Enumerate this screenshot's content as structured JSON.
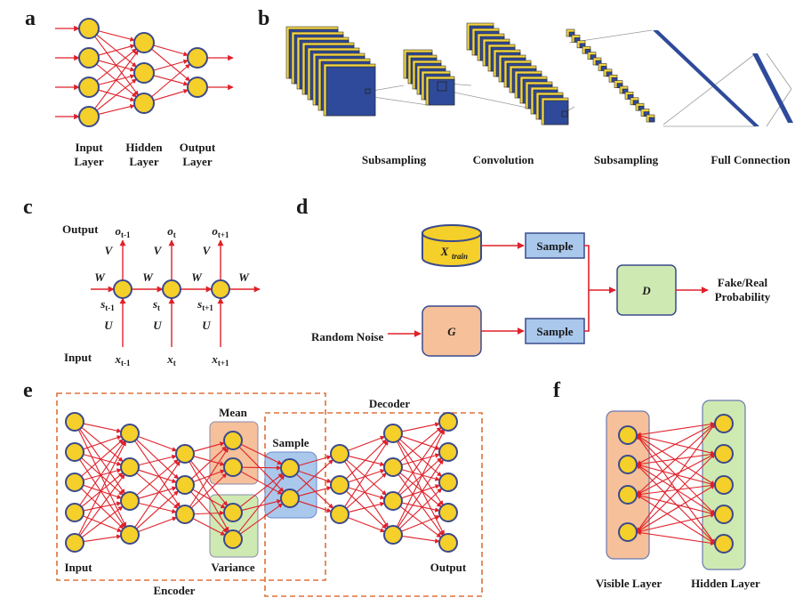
{
  "colors": {
    "arrow": "#e0202a",
    "node_fill": "#f5cf2a",
    "node_stroke": "#3a4a8c",
    "cnn_yellow": "#f2d545",
    "cnn_blue": "#2f4a9a",
    "box_blue": "#a9c8ec",
    "box_orange": "#f5c09a",
    "box_green": "#cfe9b2",
    "dashed_orange": "#e0703a"
  },
  "panels": {
    "a": {
      "letter": "a",
      "labels": [
        "Input",
        "Layer",
        "Hidden",
        "Layer",
        "Output",
        "Layer"
      ]
    },
    "b": {
      "letter": "b",
      "labels": [
        "Subsampling",
        "Convolution",
        "Subsampling",
        "Full Connection"
      ]
    },
    "c": {
      "letter": "c",
      "output_label": "Output",
      "input_label": "Input",
      "outputs": [
        {
          "main": "o",
          "sub": "t-1"
        },
        {
          "main": "o",
          "sub": "t"
        },
        {
          "main": "o",
          "sub": "t+1"
        }
      ],
      "states": [
        {
          "main": "s",
          "sub": "t-1"
        },
        {
          "main": "s",
          "sub": "t"
        },
        {
          "main": "s",
          "sub": "t+1"
        }
      ],
      "inputs": [
        {
          "main": "x",
          "sub": "t-1"
        },
        {
          "main": "x",
          "sub": "t"
        },
        {
          "main": "x",
          "sub": "t+1"
        }
      ],
      "weight_v": "V",
      "weight_w": "W",
      "weight_u": "U"
    },
    "d": {
      "letter": "d",
      "xtrain_main": "X",
      "xtrain_sub": "train",
      "sample1": "Sample",
      "sample2": "Sample",
      "generator": "G",
      "discriminator": "D",
      "noise": "Random Noise",
      "output_line1": "Fake/Real",
      "output_line2": "Probability"
    },
    "e": {
      "letter": "e",
      "mean": "Mean",
      "variance": "Variance",
      "sample": "Sample",
      "decoder": "Decoder",
      "encoder": "Encoder",
      "input": "Input",
      "output": "Output"
    },
    "f": {
      "letter": "f",
      "visible": "Visible Layer",
      "hidden": "Hidden Layer"
    }
  }
}
